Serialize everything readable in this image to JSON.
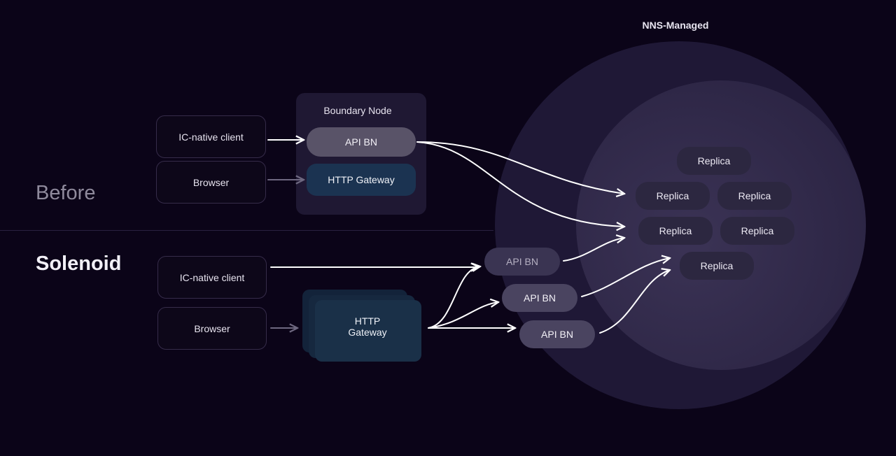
{
  "nns": {
    "label": "NNS-Managed"
  },
  "before": {
    "section_label": "Before",
    "clients": {
      "ic_native": "IC-native client",
      "browser": "Browser"
    },
    "boundary_node": {
      "title": "Boundary Node",
      "api_bn": "API BN",
      "http_gateway": "HTTP Gateway"
    }
  },
  "solenoid": {
    "section_label": "Solenoid",
    "clients": {
      "ic_native": "IC-native client",
      "browser": "Browser"
    },
    "http_gateway": {
      "line1": "HTTP",
      "line2": "Gateway"
    },
    "api_bns": [
      "API BN",
      "API BN",
      "API BN"
    ]
  },
  "replicas": [
    "Replica",
    "Replica",
    "Replica",
    "Replica",
    "Replica",
    "Replica"
  ],
  "colors": {
    "background": "#0b0418",
    "outer_circle": "#221a3a",
    "inner_circle": "#2f2848",
    "http_gateway": "#1b3351",
    "api_bn": "#4a4460",
    "replica": "#2c2740"
  }
}
